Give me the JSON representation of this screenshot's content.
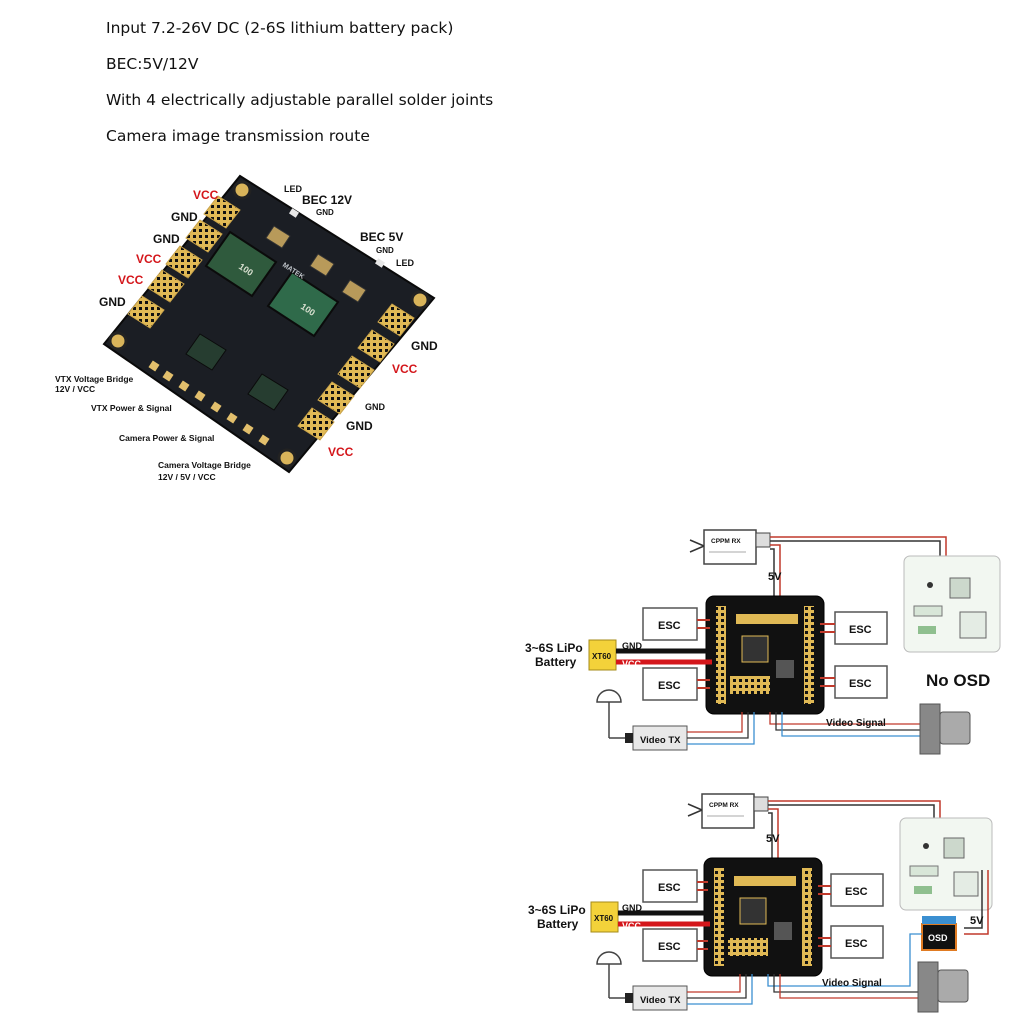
{
  "specs": [
    "Input 7.2-26V DC (2-6S lithium battery pack)",
    "BEC:5V/12V",
    "With 4 electrically adjustable parallel solder joints",
    "Camera image transmission route"
  ],
  "board": {
    "labels": {
      "vcc": "VCC",
      "gnd": "GND",
      "led": "LED",
      "bec12": "BEC 12V",
      "bec5": "BEC 5V",
      "vtx_bridge": "VTX Voltage Bridge",
      "vtx_bridge_sub": "12V / VCC",
      "vtx_power": "VTX Power & Signal",
      "cam_power": "Camera Power & Signal",
      "cam_bridge": "Camera Voltage Bridge",
      "cam_bridge_sub": "12V / 5V / VCC",
      "inductor1": "100",
      "inductor2": "100",
      "silk": "MATEK"
    },
    "colors": {
      "board": "#1b1e24",
      "pad": "#e2bf6c",
      "vcc_red": "#d4161b",
      "black": "#111111"
    }
  },
  "wiring": {
    "esc": "ESC",
    "xt60": "XT60",
    "gnd": "GND",
    "vcc": "VCC",
    "battery_line1": "3~6S LiPo",
    "battery_line2": "Battery",
    "five_v": "5V",
    "video_tx": "Video TX",
    "video_signal": "Video Signal",
    "receiver": "CPPM RX",
    "no_osd": "No OSD",
    "osd": "OSD"
  }
}
